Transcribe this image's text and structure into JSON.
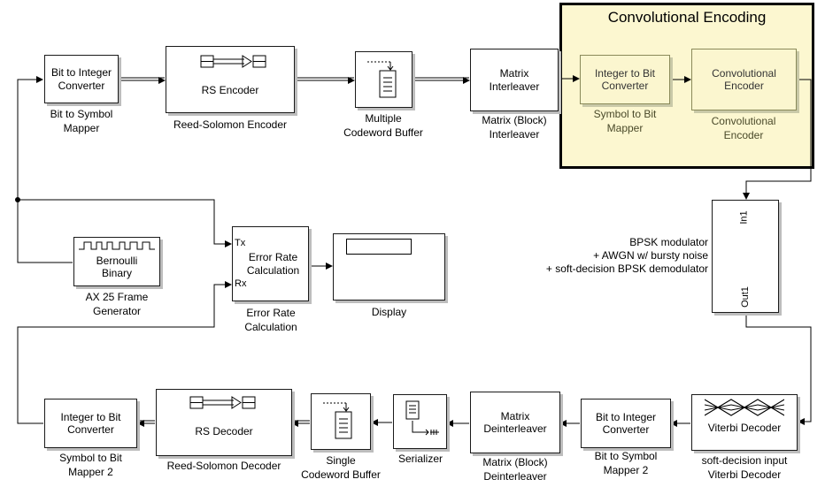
{
  "group": {
    "title": "Convolutional Encoding",
    "fill": "#fcf7d0"
  },
  "blocks": {
    "bit_to_int": {
      "text": "Bit to Integer\nConverter",
      "caption": "Bit to Symbol\nMapper"
    },
    "rs_encoder": {
      "text": "RS Encoder",
      "caption": "Reed-Solomon Encoder"
    },
    "mcb": {
      "caption": "Multiple\nCodeword Buffer"
    },
    "interleaver": {
      "text": "Matrix\nInterleaver",
      "caption": "Matrix (Block)\nInterleaver"
    },
    "int_to_bit_1": {
      "text": "Integer to Bit\nConverter",
      "caption": "Symbol to Bit\nMapper"
    },
    "conv_encoder": {
      "text": "Convolutional\nEncoder",
      "caption": "Convolutional\nEncoder"
    },
    "bernoulli": {
      "text": "Bernoulli\nBinary",
      "caption": "AX 25 Frame\nGenerator"
    },
    "error_rate": {
      "text": "Error Rate\nCalculation",
      "caption": "Error Rate\nCalculation",
      "port_tx": "Tx",
      "port_rx": "Rx"
    },
    "display": {
      "caption": "Display"
    },
    "channel": {
      "port_in": "In1",
      "port_out": "Out1",
      "label": "BPSK modulator\n+ AWGN w/ bursty noise\n+ soft-decision BPSK demodulator"
    },
    "int_to_bit_2": {
      "text": "Integer to Bit\nConverter",
      "caption": "Symbol to Bit\nMapper 2"
    },
    "rs_decoder": {
      "text": "RS Decoder",
      "caption": "Reed-Solomon Decoder"
    },
    "scb": {
      "caption": "Single\nCodeword Buffer"
    },
    "serializer": {
      "caption": "Serializer"
    },
    "deinterleaver": {
      "text": "Matrix\nDeinterleaver",
      "caption": "Matrix (Block)\nDeinterleaver"
    },
    "bit_to_int_2": {
      "text": "Bit to Integer\nConverter",
      "caption": "Bit to Symbol\nMapper 2"
    },
    "viterbi": {
      "text": "Viterbi Decoder",
      "caption": "soft-decision input\nViterbi Decoder"
    }
  }
}
